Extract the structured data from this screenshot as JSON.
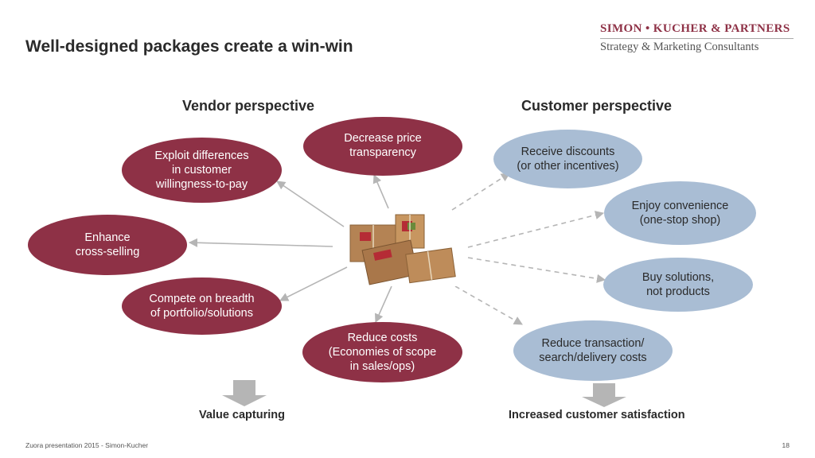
{
  "slide": {
    "title": "Well-designed packages create a win-win",
    "footer": "Zuora presentation 2015 - Simon-Kucher",
    "page_number": "18"
  },
  "logo": {
    "line1": "SIMON • KUCHER & PARTNERS",
    "line2": "Strategy & Marketing Consultants"
  },
  "vendor": {
    "heading": "Vendor perspective",
    "items": [
      "Exploit differences\nin customer\nwillingness-to-pay",
      "Decrease price\ntransparency",
      "Enhance\ncross-selling",
      "Compete on breadth\nof portfolio/solutions",
      "Reduce costs\n(Economies of scope\nin sales/ops)"
    ],
    "result": "Value capturing"
  },
  "customer": {
    "heading": "Customer perspective",
    "items": [
      "Receive discounts\n(or other incentives)",
      "Enjoy convenience\n(one-stop shop)",
      "Buy solutions,\nnot products",
      "Reduce transaction/\nsearch/delivery costs"
    ],
    "result": "Increased customer satisfaction"
  },
  "colors": {
    "vendor": "#8e3146",
    "customer": "#a9bdd4",
    "arrow": "#b5b5b5"
  },
  "icons": {
    "center": "packages-image",
    "result_arrow": "down-arrow-icon"
  }
}
